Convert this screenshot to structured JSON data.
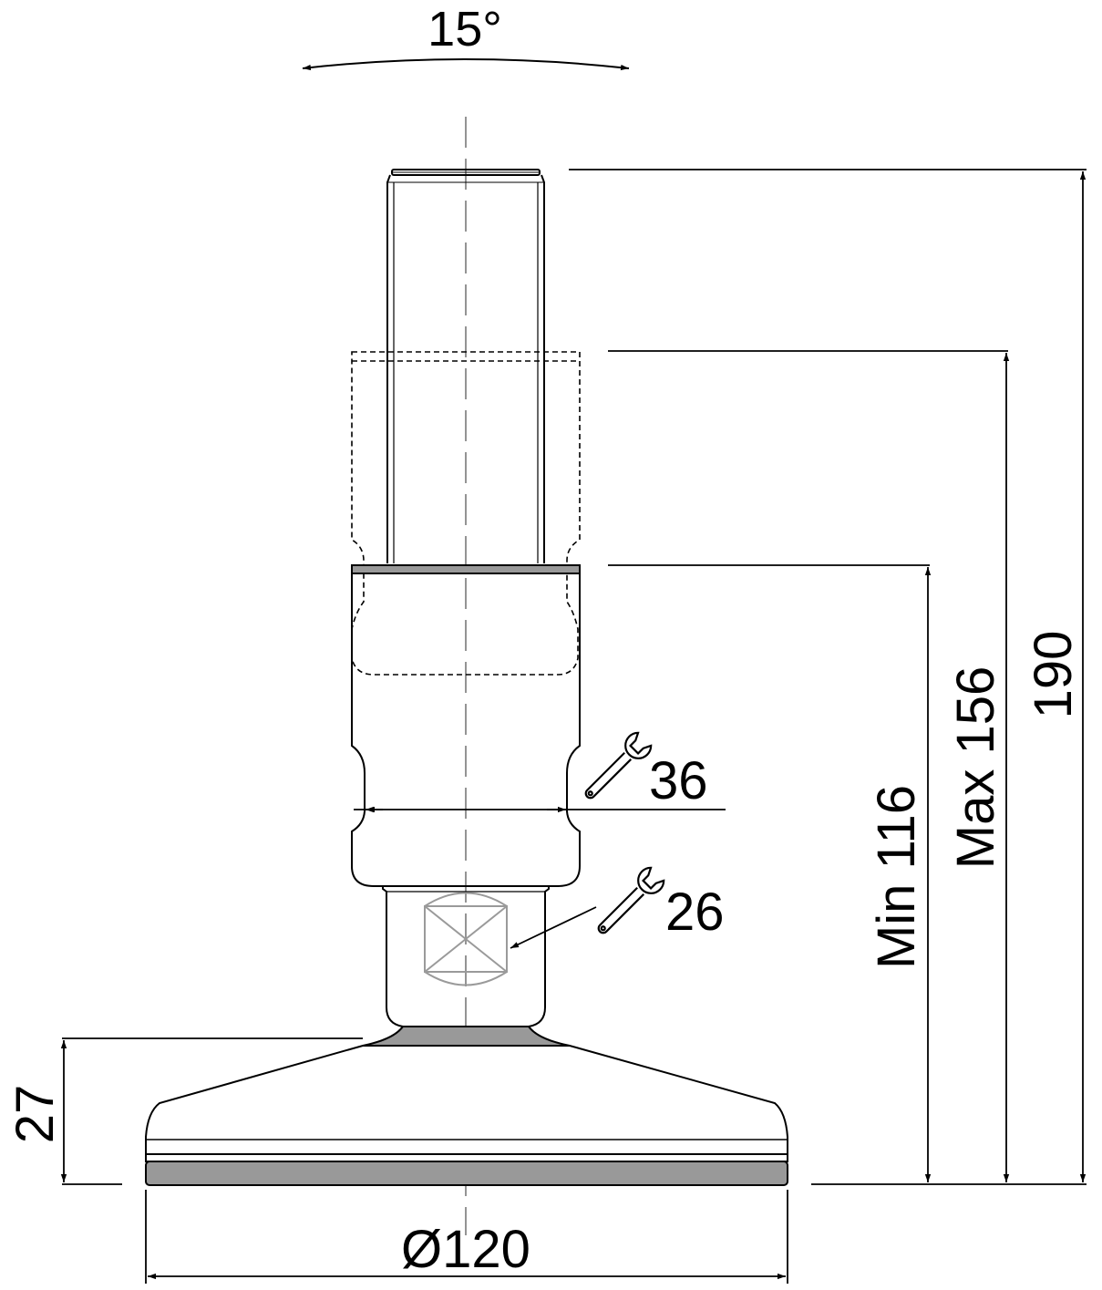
{
  "labels": {
    "angle": "15°",
    "height_total": "190",
    "height_max": "Max 156",
    "height_min": "Min 116",
    "wrench_upper": "36",
    "wrench_lower": "26",
    "base_height": "27",
    "base_diameter": "Ø120"
  },
  "colors": {
    "line": "#000000",
    "centerline": "#888888",
    "pad": "#999999",
    "wrench_flats": "#9a9a9a"
  },
  "icons": [
    "wrench-icon",
    "wrench-icon"
  ]
}
